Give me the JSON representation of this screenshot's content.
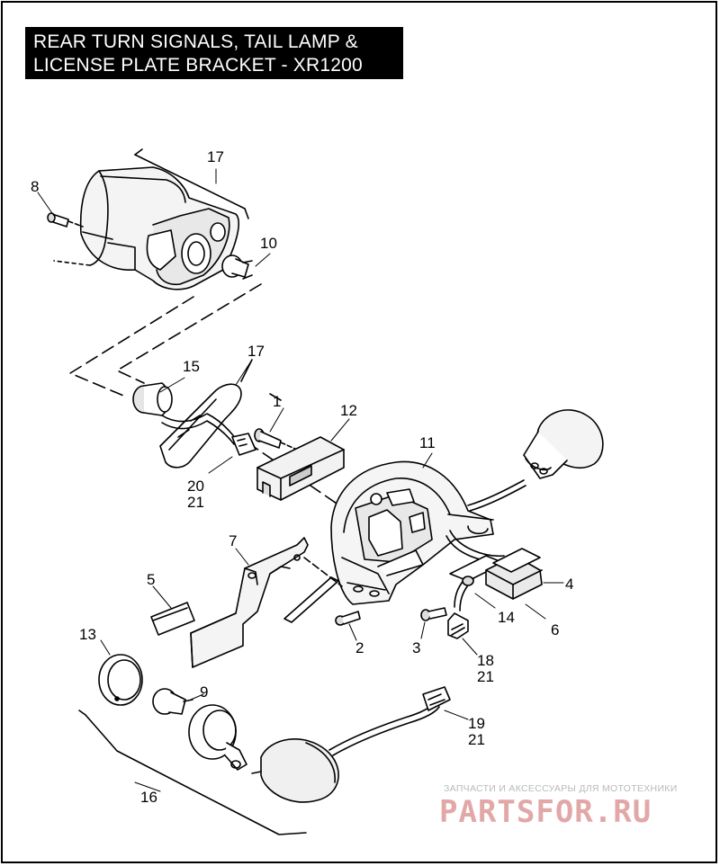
{
  "title": {
    "line1": "REAR TURN SIGNALS, TAIL LAMP &",
    "line2": "LICENSE PLATE BRACKET - XR1200"
  },
  "callouts": [
    "1",
    "2",
    "3",
    "4",
    "5",
    "6",
    "7",
    "8",
    "9",
    "10",
    "11",
    "12",
    "13",
    "14",
    "15",
    "16",
    "17",
    "17",
    "18",
    "21",
    "19",
    "21",
    "20",
    "21"
  ],
  "watermark": {
    "tagline": "ЗАПЧАСТИ И АКСЕССУАРЫ ДЛЯ МОТОТЕХНИКИ",
    "brand": "PARTSFOR.RU"
  }
}
